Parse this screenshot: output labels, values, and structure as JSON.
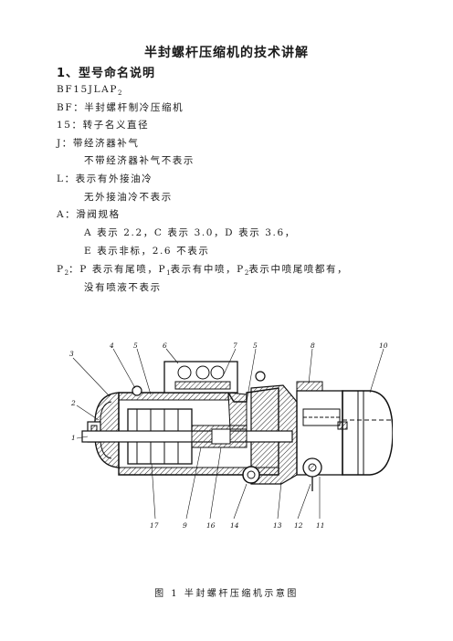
{
  "doc": {
    "title": "半封螺杆压缩机的技术讲解",
    "section1": "1、型号命名说明",
    "model_main": "BF15JLAP",
    "model_sub": "2",
    "lines": {
      "bf": "BF：半封螺杆制冷压缩机",
      "n15": "15：转子名义直径",
      "j": "J：带经济器补气",
      "j_no": "不带经济器补气不表示",
      "l": "L：表示有外接油冷",
      "l_no": "无外接油冷不表示",
      "a": "A：滑阀规格",
      "a_opts": "A 表示 2.2，C 表示 3.0，D 表示 3.6，",
      "a_opts2": "E 表示非标，2.6 不表示",
      "p_prefix": "P",
      "p_prefix_sub": "2",
      "p_text1": "：P 表示有尾喷，P",
      "p_text1_sub": "1",
      "p_text2": "表示有中喷，P",
      "p_text2_sub": "2",
      "p_text3": "表示中喷尾喷都有，",
      "p_no": "没有喷液不表示"
    },
    "figure_caption": "图 1  半封螺杆压缩机示意图"
  },
  "figure": {
    "top_labels": [
      "3",
      "4",
      "5",
      "6",
      "7",
      "5",
      "8",
      "10"
    ],
    "left_labels": [
      "2",
      "1"
    ],
    "bottom_labels": [
      "17",
      "9",
      "16",
      "14",
      "13",
      "12",
      "11"
    ]
  }
}
